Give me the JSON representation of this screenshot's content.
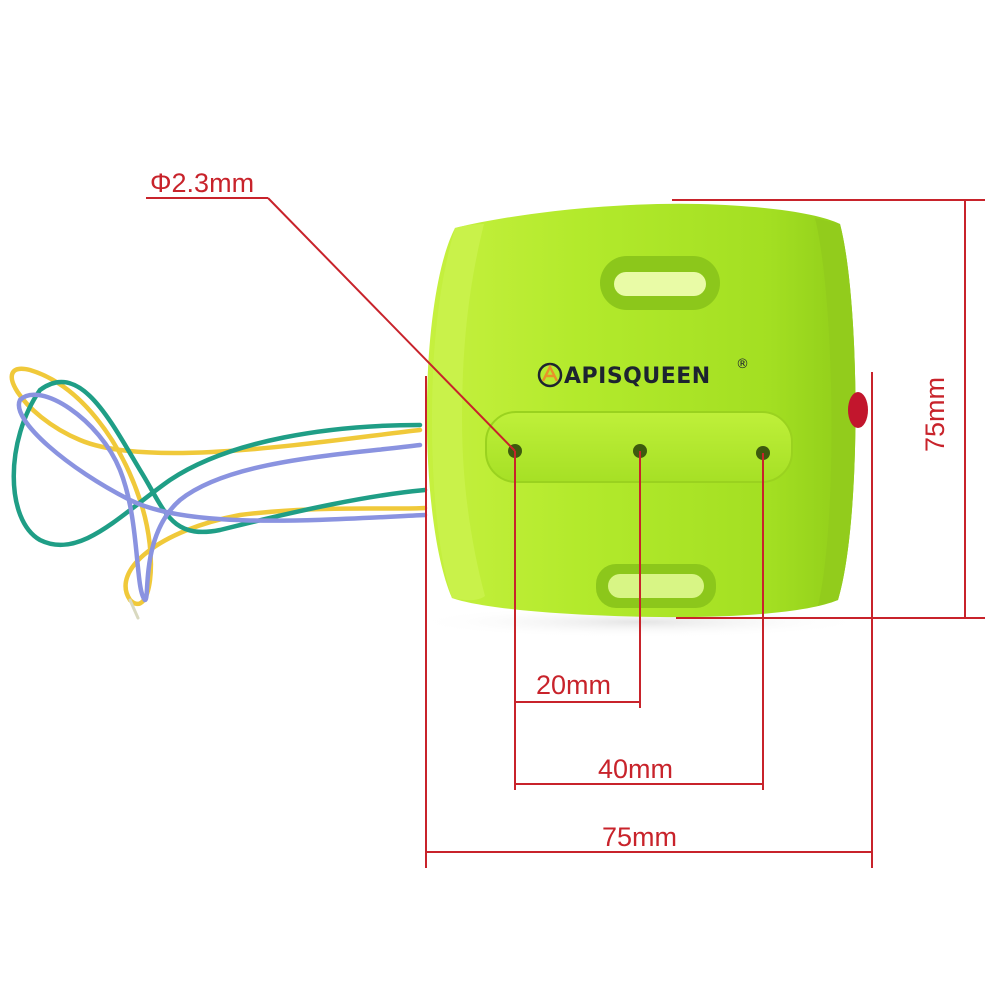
{
  "product": {
    "brand": "APISQUEEN",
    "trademark_symbol": "®",
    "body_color": "#aee82a",
    "wire_colors": [
      "#f0c93a",
      "#1f9e86",
      "#8a93e0"
    ],
    "dimension_color": "#c8232b"
  },
  "dimensions": {
    "hole_diameter": "Φ2.3mm",
    "hole_spacing_short": "20mm",
    "hole_spacing_long": "40mm",
    "width": "75mm",
    "height": "75mm"
  }
}
